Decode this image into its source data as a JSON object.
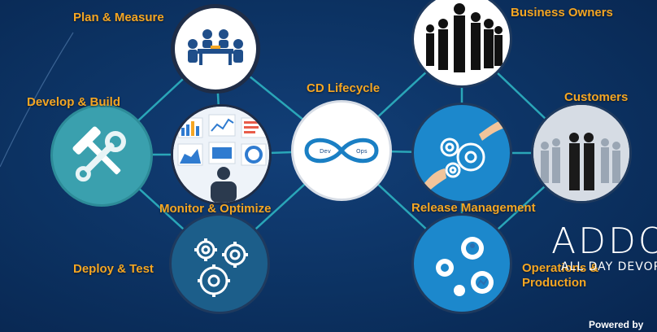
{
  "nodes": {
    "plan_measure": "Plan & Measure",
    "develop_build": "Develop & Build",
    "cd_lifecycle": "CD Lifecycle",
    "monitor_optimize": "Monitor & Optimize",
    "deploy_test": "Deploy & Test",
    "business_owners": "Business Owners",
    "customers": "Customers",
    "release_management": "Release Management",
    "operations_production_line1": "Operations &",
    "operations_production_line2": "Production"
  },
  "center_logo": {
    "left_text": "Dev",
    "right_text": "Ops"
  },
  "watermark": {
    "brand": "ADDO",
    "tagline": "ALL DAY DEVOPS",
    "powered_by": "Powered by"
  },
  "colors": {
    "background": "#0c3262",
    "label": "#f5a623",
    "link": "#2aa6b8",
    "teal_circle": "#3aa0ae",
    "blue_circle": "#1c88cc"
  }
}
